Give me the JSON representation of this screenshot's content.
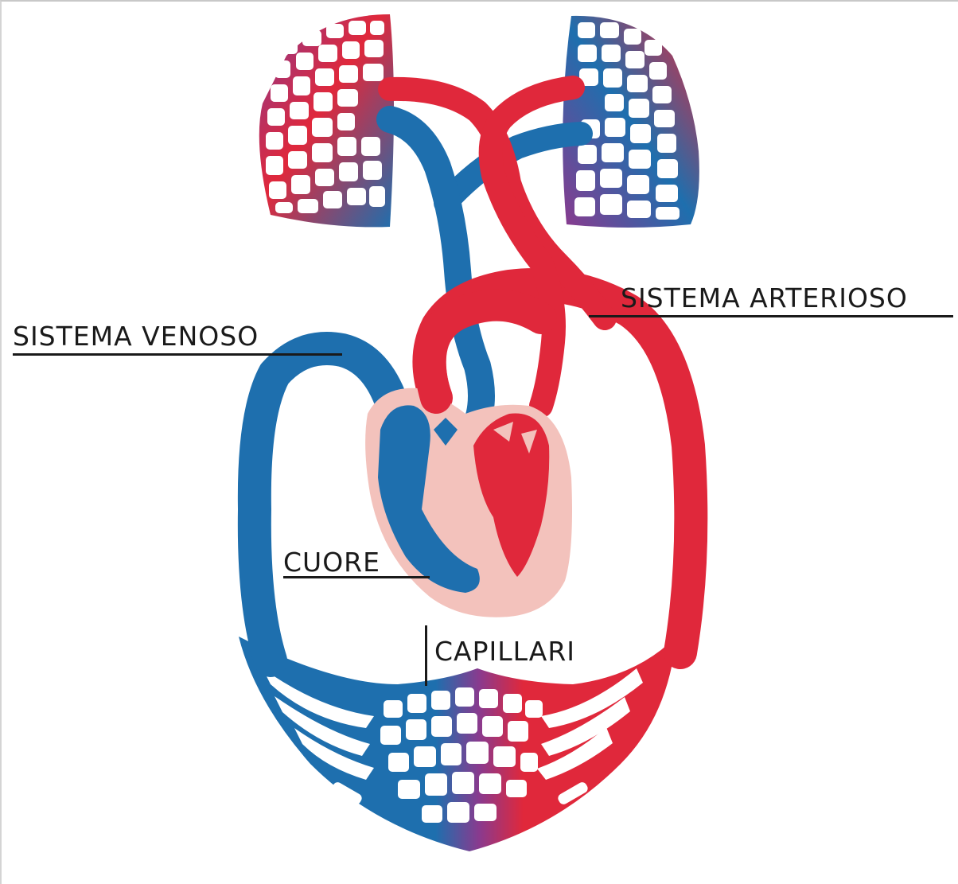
{
  "labels": {
    "venous": "SISTEMA VENOSO",
    "arterial": "SISTEMA ARTERIOSO",
    "heart": "CUORE",
    "capillaries": "CAPILLARI"
  },
  "colors": {
    "artery": "#e0283b",
    "vein": "#1e6fae",
    "mixed": "#8a3a8e",
    "heart_wall": "#f3c2bc",
    "label": "#1a1a1a"
  }
}
